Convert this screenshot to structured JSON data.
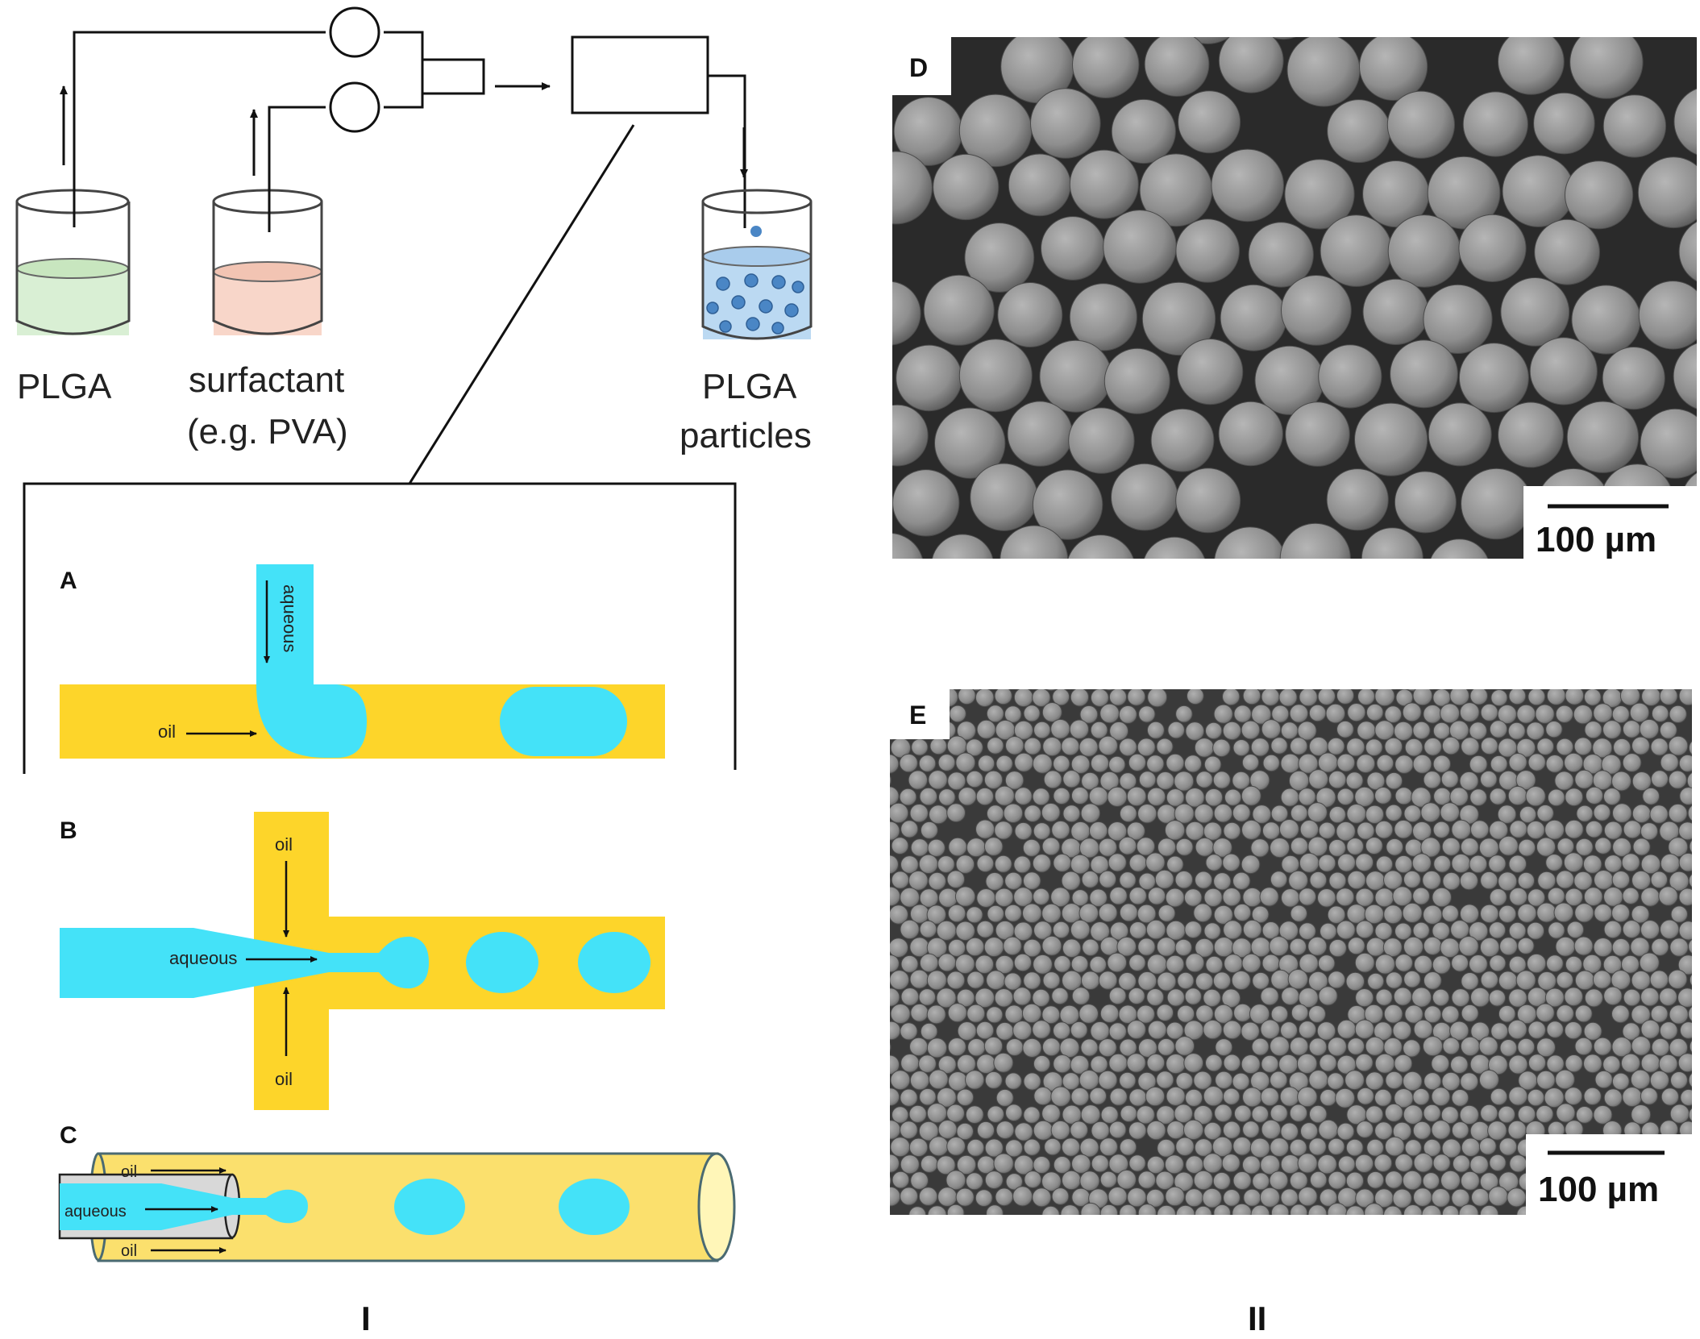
{
  "colors": {
    "oil": "#FDD52A",
    "aqueous": "#44E2F8",
    "plga_fill": "#D9EFD4",
    "surfactant_fill": "#F8D6C9",
    "particles_fill": "#BBD9F2",
    "particle_dot": "#4A86C5",
    "sem_background": "#2A2A2A",
    "sem_sphere": "#8E8E8E"
  },
  "schematic": {
    "reservoirs": [
      {
        "id": "plga",
        "label": "PLGA"
      },
      {
        "id": "surfactant",
        "label_line1": "surfactant",
        "label_line2": "(e.g. PVA)"
      },
      {
        "id": "particles",
        "label_line1": "PLGA",
        "label_line2": "particles"
      }
    ],
    "icons": [
      "pump-icon",
      "mixer-icon",
      "microfluidic-chip-icon",
      "flow-arrow-icon"
    ]
  },
  "panels": {
    "A": {
      "letter": "A",
      "aqueous_label": "aqueous",
      "oil_label": "oil"
    },
    "B": {
      "letter": "B",
      "oil_top_label": "oil",
      "oil_bottom_label": "oil",
      "aqueous_label": "aqueous"
    },
    "C": {
      "letter": "C",
      "oil_top_label": "oil",
      "oil_bottom_label": "oil",
      "aqueous_label": "aqueous"
    },
    "D": {
      "letter": "D",
      "scale_label": "100 µm"
    },
    "E": {
      "letter": "E",
      "scale_label": "100 µm"
    }
  },
  "section_labels": {
    "left": "I",
    "right": "II"
  }
}
